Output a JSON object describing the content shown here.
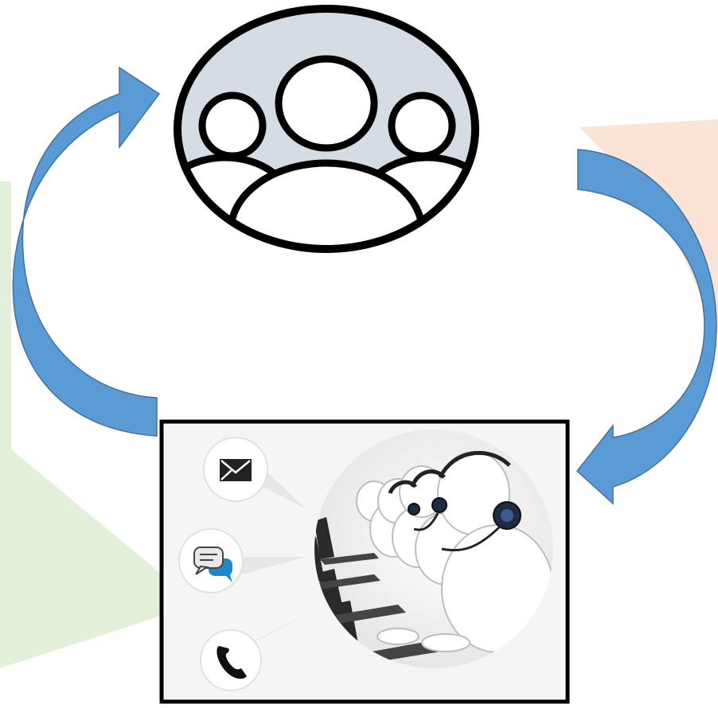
{
  "diagram": {
    "nodes": [
      {
        "id": "customers",
        "icon": "user-group-icon"
      },
      {
        "id": "call-center",
        "icon": "call-center-agents-icon",
        "channels": [
          "email-icon",
          "chat-icon",
          "phone-icon"
        ]
      }
    ],
    "edges": [
      {
        "from": "customers",
        "to": "call-center",
        "side": "right"
      },
      {
        "from": "call-center",
        "to": "customers",
        "side": "left"
      }
    ]
  },
  "colors": {
    "arrow_fill": "#5b9bd5",
    "arrow_outline": "#41719c",
    "group_circle_fill": "#d6dce4",
    "stroke": "#000000",
    "bg_green": "#e2efd9",
    "bg_peach": "#fbe4d5"
  }
}
